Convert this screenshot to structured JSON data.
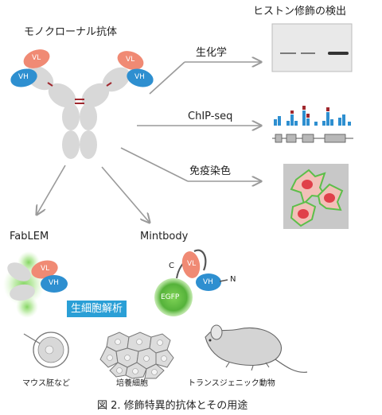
{
  "antibody_title": "モノクローナル抗体",
  "histone_title": "ヒストン修飾の検出",
  "domain_vl": "VL",
  "domain_vh": "VH",
  "uses": {
    "biochem": "生化学",
    "chipseq": "ChIP-seq",
    "immunostain": "免疫染色"
  },
  "fablem": "FabLEM",
  "mintbody": "Mintbody",
  "mint_c": "C",
  "mint_n": "N",
  "egfp": "EGFP",
  "live_cell_badge": "生細胞解析",
  "examples": [
    "マウス胚など",
    "培養細胞",
    "トランスジェニック動物"
  ],
  "caption": "図 2.  修飾特異的抗体とその用途",
  "colors": {
    "vl": "#f08a74",
    "vh": "#2e8fd0",
    "antibody_body": "#d8d8d8",
    "disulfide": "#a0282e",
    "arrow": "#9a9a9a",
    "chip_peaks": "#2e8fd0",
    "egfp": "#5cb83a",
    "badge": "#2a9fd6",
    "cell_nucleus": "#e0404a",
    "cell_body": "#f2c0b8",
    "cell_outline": "#5cbf4a"
  }
}
